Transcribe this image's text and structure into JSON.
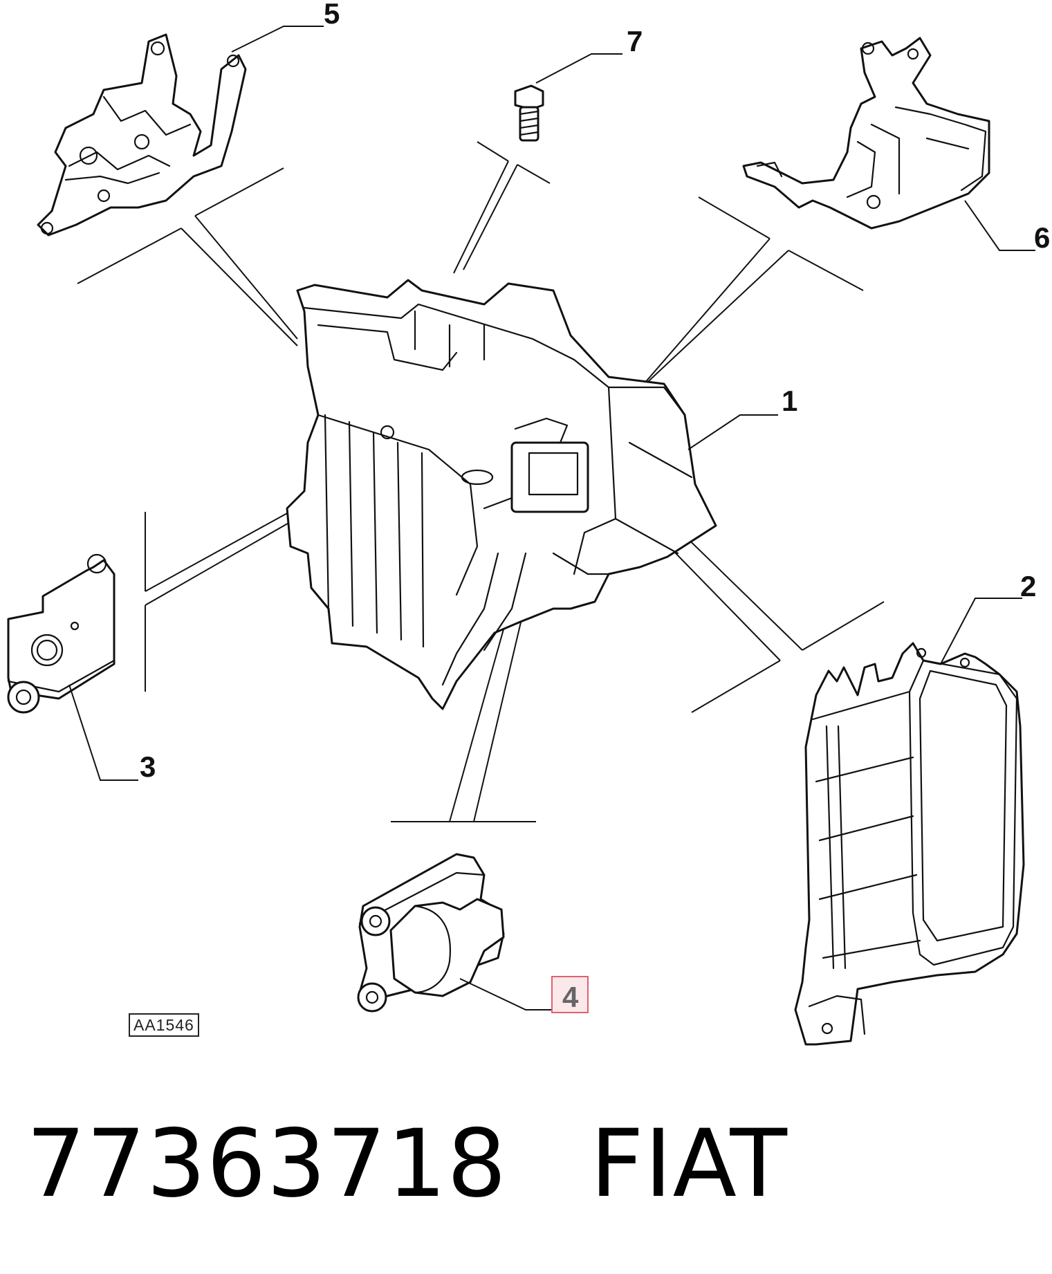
{
  "diagram": {
    "callouts": [
      {
        "id": "1",
        "label": "1"
      },
      {
        "id": "2",
        "label": "2"
      },
      {
        "id": "3",
        "label": "3"
      },
      {
        "id": "4",
        "label": "4",
        "highlighted": true
      },
      {
        "id": "5",
        "label": "5"
      },
      {
        "id": "6",
        "label": "6"
      },
      {
        "id": "7",
        "label": "7"
      }
    ],
    "reference_code": "AA1546",
    "highlight_color": "#e06070"
  },
  "caption": {
    "part_number": "77363718",
    "brand": "FIAT"
  }
}
